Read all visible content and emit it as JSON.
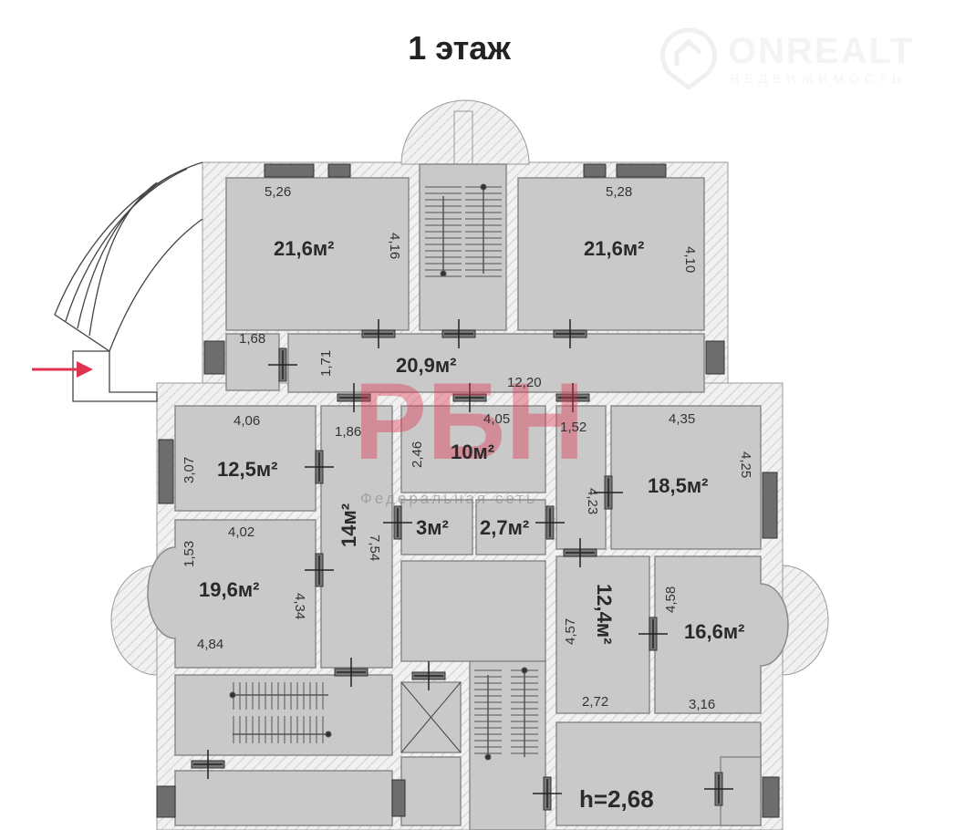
{
  "title": "1 этаж",
  "logo": {
    "name": "ONREALT",
    "tagline": "НЕДВИЖИМОСТЬ"
  },
  "watermark": {
    "mark": "РБН",
    "caption": "Федеральная сеть"
  },
  "rooms": [
    {
      "area": "21,6м²"
    },
    {
      "area": "21,6м²"
    },
    {
      "area": "20,9м²"
    },
    {
      "area": "12,5м²"
    },
    {
      "area": "14м²"
    },
    {
      "area": "10м²"
    },
    {
      "area": "3м²"
    },
    {
      "area": "2,7м²"
    },
    {
      "area": "18,5м²"
    },
    {
      "area": "19,6м²"
    },
    {
      "area": "12,4м²"
    },
    {
      "area": "16,6м²"
    }
  ],
  "ceiling_height": "h=2,68",
  "dimensions": [
    "5,26",
    "4,16",
    "1,68",
    "5,28",
    "4,10",
    "1,71",
    "12,20",
    "4,06",
    "1,86",
    "4,05",
    "1,52",
    "4,35",
    "2,46",
    "3,07",
    "4,25",
    "4,23",
    "4,02",
    "1,53",
    "7,54",
    "4,34",
    "4,84",
    "4,57",
    "4,58",
    "2,72",
    "3,16"
  ],
  "colors": {
    "room": "#c9c9c9",
    "wall": "#eeeeee",
    "entrance_arrow": "#e0334f"
  }
}
